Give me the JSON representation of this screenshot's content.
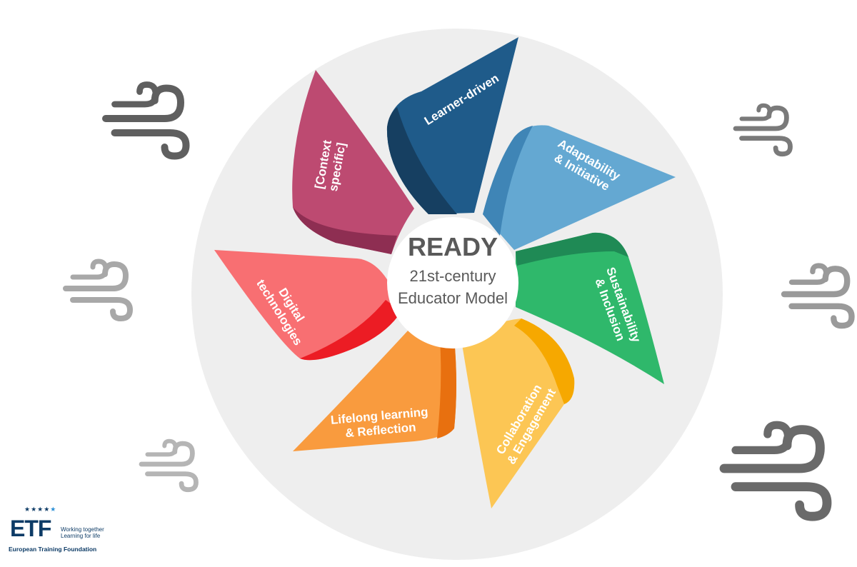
{
  "diagram": {
    "center": {
      "title": "READY",
      "subtitle_line1": "21st-century",
      "subtitle_line2": "Educator Model"
    },
    "petals": [
      {
        "id": "learner",
        "lines": [
          "Learner-driven"
        ],
        "color": "#1f5b8a",
        "shade": "#163f61"
      },
      {
        "id": "adapt",
        "lines": [
          "Adaptability",
          "& Initiative"
        ],
        "color": "#64a8d2",
        "shade": "#3f85b6"
      },
      {
        "id": "sustain",
        "lines": [
          "Sustainability",
          "& Inclusion"
        ],
        "color": "#2fb86b",
        "shade": "#1f8a55"
      },
      {
        "id": "collab",
        "lines": [
          "Collaboration",
          "& Engagement"
        ],
        "color": "#fcc654",
        "shade": "#f6a800"
      },
      {
        "id": "lifelong",
        "lines": [
          "Lifelong learning",
          "& Reflection"
        ],
        "color": "#f99b3e",
        "shade": "#e8700f"
      },
      {
        "id": "digital",
        "lines": [
          "Digital",
          "technologies"
        ],
        "color": "#f86f72",
        "shade": "#ec1c24"
      },
      {
        "id": "context",
        "lines": [
          "[Context",
          "specific]"
        ],
        "color": "#bd4a71",
        "shade": "#8e2e52"
      }
    ],
    "background_circle_color": "#eeeeee",
    "wind_icon_color": "#6f6f6f"
  },
  "logo": {
    "mark": "ETF",
    "tagline_line1": "Working together",
    "tagline_line2": "Learning for life",
    "name": "European Training Foundation",
    "stars": "★★★★",
    "star_highlight": "★"
  }
}
